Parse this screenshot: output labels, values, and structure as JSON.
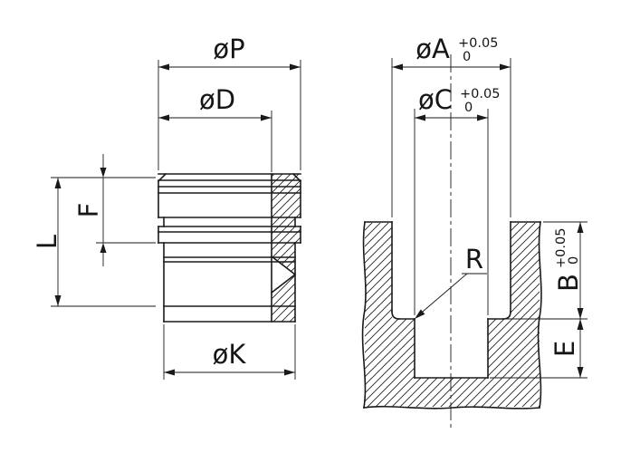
{
  "drawing": {
    "colors": {
      "line": "#1a1a1a",
      "background": "#ffffff"
    },
    "dims": {
      "p": "øP",
      "d": "øD",
      "k": "øK",
      "l": "L",
      "f": "F",
      "a": {
        "label": "øA",
        "tol_upper": "+0.05",
        "tol_lower": "0"
      },
      "c": {
        "label": "øC",
        "tol_upper": "+0.05",
        "tol_lower": "0"
      },
      "b": {
        "label": "B",
        "tol_upper": "+0.05",
        "tol_lower": "0"
      },
      "e": "E",
      "r": "R"
    }
  }
}
